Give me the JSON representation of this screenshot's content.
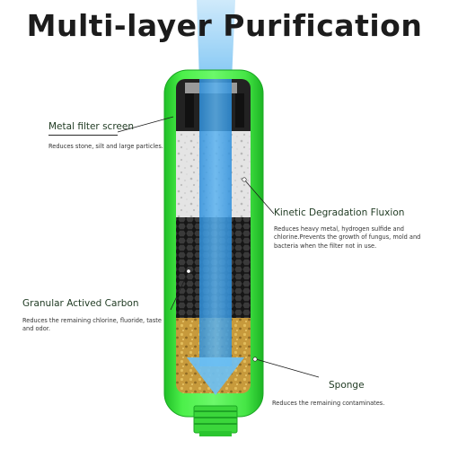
{
  "title": "Multi-layer Purification",
  "colors": {
    "housing_green": "#3fdd3f",
    "title_text": "#1c1c1c",
    "label_text": "#1f3a22",
    "water_blue": "#4aa3ea"
  },
  "layers": [
    {
      "name": "Metal filter screen",
      "description": "Reduces stone, silt and large particles."
    },
    {
      "name": "Kinetic Degradation Fluxion",
      "description": "Reduces heavy metal, hydrogen sulfide and chlorine.Prevents the growth of fungus, mold and bacteria when the filter not in use."
    },
    {
      "name": "Granular Actived Carbon",
      "description": "Reduces the remaining chlorine, fluoride, taste and odor."
    },
    {
      "name": "Sponge",
      "description": "Reduces the remaining contaminates."
    }
  ]
}
